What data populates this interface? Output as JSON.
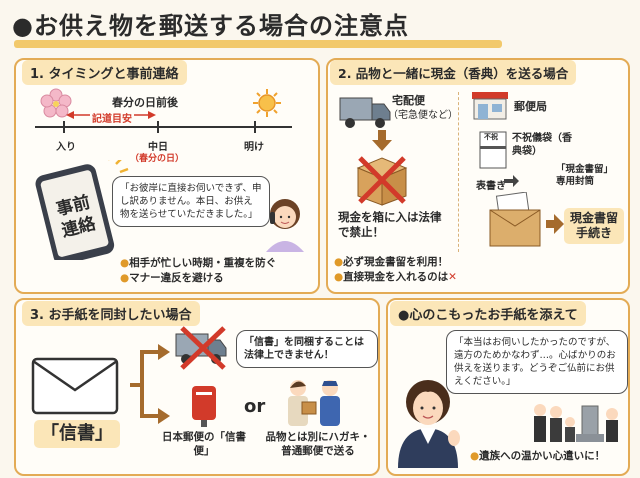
{
  "title": "●お供え物を郵送する場合の注意点",
  "s1": {
    "heading": "1. タイミングと事前連絡",
    "timeline_title": "春分の日前後",
    "range_label": "記道目安",
    "tick_left": "入り",
    "tick_mid": "中日",
    "tick_mid_sub": "（春分の日）",
    "tick_right": "明け",
    "phone_text": "事前連絡",
    "bubble": "「お彼岸に直接お伺いできず、申し訳ありません。本日、お供え物を送らせていただきました。」",
    "bullets": [
      "相手が忙しい時期・重複を防ぐ",
      "マナー違反を避ける"
    ]
  },
  "s2": {
    "heading": "2. 品物と一緒に現金（香典）を送る場合",
    "truck_label": "宅配便",
    "truck_sub": "（宅急便など）",
    "box_caption": "現金を箱に入は法律で禁止！",
    "post_label": "郵便局",
    "envelope_label": "不祝儀袋（香典袋）",
    "front_label": "表書き",
    "genkin_label": "「現金書留」専用封筒",
    "genkin_proc": "現金書留手続き",
    "noshi_text": "不祝",
    "bullets": [
      "必ず現金書留を利用！",
      "直接現金を入れるのは"
    ],
    "cross": "✕"
  },
  "s3": {
    "heading": "3. お手紙を同封したい場合",
    "letter_label": "「信書」",
    "warn_text": "「信書」を同梱することは法律上できません！",
    "or_text": "or",
    "post_caption": "日本郵便の「信書便」",
    "alt_caption": "品物とは別にハガキ・普通郵便で送る"
  },
  "s4": {
    "heading": "●心のこもったお手紙を添えて",
    "bubble": "「本当はお伺いしたかったのですが、遠方のためかなわず…。心ばかりのお供えを送ります。どうぞご仏前にお供えください。」",
    "bullet": "遺族への温かい心遣いに！"
  },
  "colors": {
    "accent": "#e3ab55",
    "heading_bg": "#fbe6b8",
    "red": "#d23a2a",
    "navy": "#2f3d5c"
  }
}
